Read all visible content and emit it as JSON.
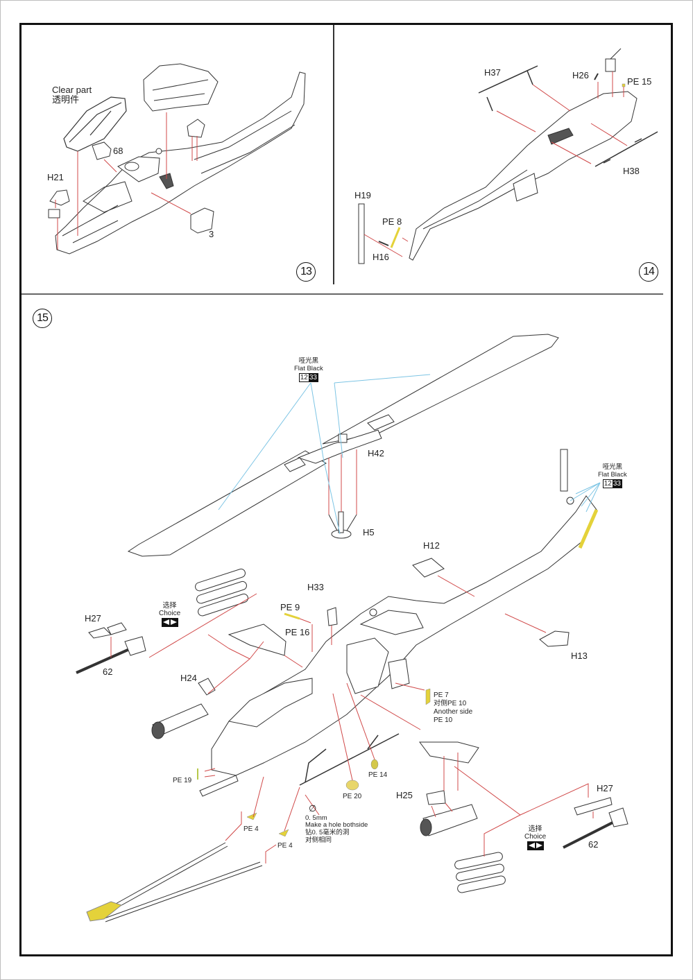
{
  "colors": {
    "frame": "#111111",
    "leader_line": "#d04848",
    "paint_leader": "#7cc4e4",
    "photo_etch": "#e4d23a",
    "line_art": "#333333"
  },
  "steps": [
    {
      "number": "13",
      "labels": {
        "clear_part_en": "Clear part",
        "clear_part_cn": "透明件",
        "part_68": "68",
        "part_h21": "H21",
        "part_3": "3"
      }
    },
    {
      "number": "14",
      "labels": {
        "h37": "H37",
        "h26": "H26",
        "pe15": "PE 15",
        "h38": "H38",
        "h19": "H19",
        "pe8": "PE 8",
        "h16": "H16"
      }
    },
    {
      "number": "15",
      "labels": {
        "h42": "H42",
        "h5": "H5",
        "h12": "H12",
        "h13": "H13",
        "h33": "H33",
        "pe9": "PE 9",
        "pe16": "PE 16",
        "h27_left": "H27",
        "p62_left": "62",
        "h24": "H24",
        "pe7_a": "PE 7",
        "pe7_b": "对侧PE  10",
        "pe7_c": "Another side",
        "pe7_d": "PE 10",
        "pe14": "PE 14",
        "pe20": "PE 20",
        "pe19": "PE 19",
        "h25": "H25",
        "h27_right": "H27",
        "p62_right": "62",
        "pe4_a": "PE 4",
        "pe4_b": "PE 4",
        "hole_symbol": "∅",
        "hole_size": "0. 5mm",
        "hole_en": "Make  a  hole bothside",
        "hole_cn1": "钻0. 5毫米的洞",
        "hole_cn2": "对侧相同"
      },
      "paint_callouts": [
        {
          "cn": "哑光黑",
          "en": "Flat Black",
          "code_light": "12",
          "code_dark": "33"
        },
        {
          "cn": "哑光黑",
          "en": "Flat Black",
          "code_light": "12",
          "code_dark": "33"
        }
      ],
      "choice_callouts": [
        {
          "cn": "选择",
          "en": "Choice",
          "icon": "choice-arrows-icon"
        },
        {
          "cn": "选择",
          "en": "Choice",
          "icon": "choice-arrows-icon"
        }
      ]
    }
  ]
}
